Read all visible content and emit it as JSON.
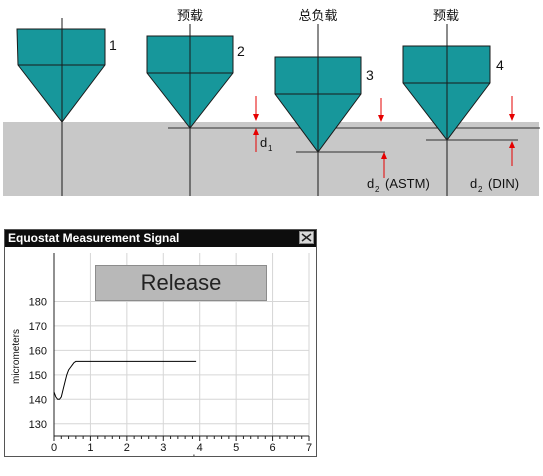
{
  "diagram": {
    "colors": {
      "indenter": "#17979b",
      "specimen": "#c8c8c8",
      "arrow": "#e60000"
    },
    "labels": {
      "preload_1": "预载",
      "total_load": "总负载",
      "preload_2": "预载",
      "step_1": "1",
      "step_2": "2",
      "step_3": "3",
      "step_4": "4",
      "d1": "d",
      "d1_sub": "1",
      "d2_astm": "d",
      "d2_astm_sub": "2",
      "d2_astm_suffix": "(ASTM)",
      "d2_din": "d",
      "d2_din_sub": "2",
      "d2_din_suffix": "(DIN)"
    }
  },
  "window": {
    "title": "Equostat Measurement Signal",
    "close_icon": "close-x-icon",
    "release_label": "Release"
  },
  "chart_data": {
    "type": "line",
    "title": "",
    "xlabel": "seconds",
    "ylabel": "micrometers",
    "xlim": [
      0,
      7
    ],
    "ylim": [
      125,
      190
    ],
    "xticks": [
      0,
      1,
      2,
      3,
      4,
      5,
      6,
      7
    ],
    "yticks": [
      130,
      140,
      150,
      160,
      170,
      180
    ],
    "grid": true,
    "color": "#000000",
    "x": [
      0.0,
      0.05,
      0.1,
      0.15,
      0.2,
      0.25,
      0.3,
      0.35,
      0.4,
      0.45,
      0.5,
      0.55,
      0.6,
      0.7,
      0.8,
      1.0,
      1.5,
      2.0,
      2.5,
      3.0,
      3.5,
      3.9
    ],
    "y": [
      143,
      141,
      140,
      140,
      141,
      144,
      147,
      150,
      152,
      153,
      154,
      155,
      155.5,
      155.5,
      155.5,
      155.5,
      155.5,
      155.5,
      155.5,
      155.5,
      155.5,
      155.5
    ]
  }
}
